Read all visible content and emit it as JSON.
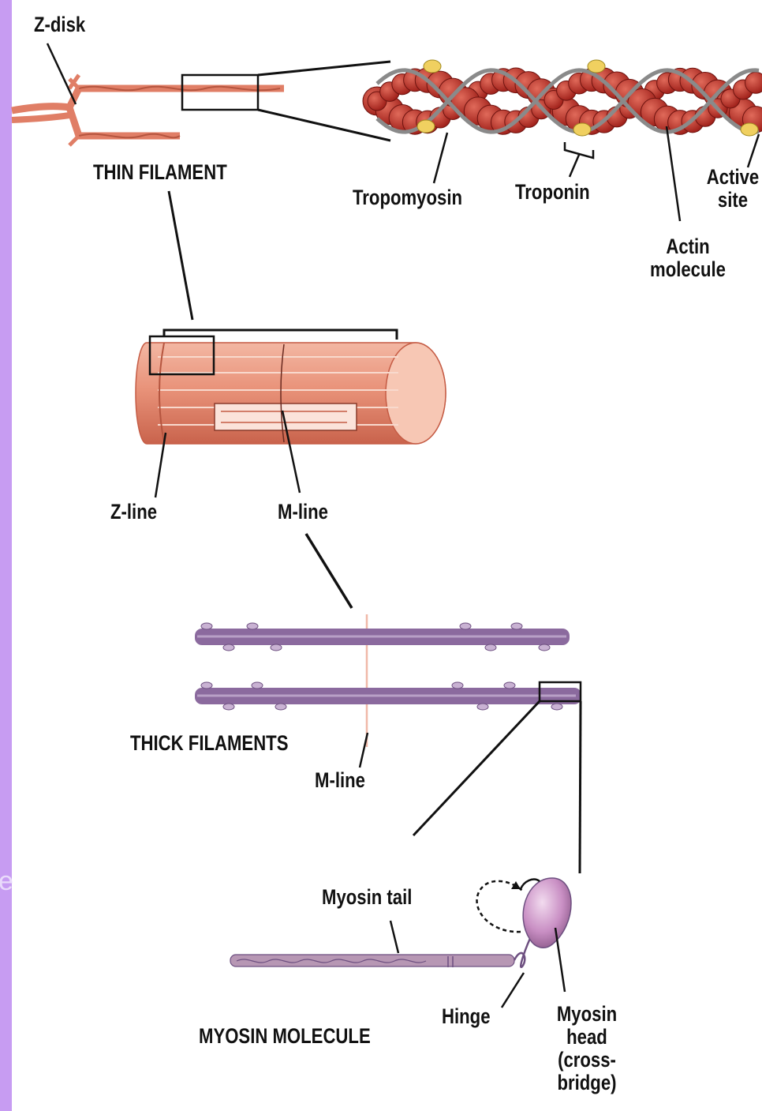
{
  "labels": {
    "z_disk": "Z-disk",
    "thin_filament": "THIN FILAMENT",
    "tropomyosin": "Tropomyosin",
    "troponin": "Troponin",
    "active_site": "Active site",
    "actin_molecule": "Actin molecule",
    "z_line": "Z-line",
    "m_line_top": "M-line",
    "thick_filaments": "THICK FILAMENTS",
    "m_line_bottom": "M-line",
    "myosin_tail": "Myosin tail",
    "hinge": "Hinge",
    "myosin_molecule": "MYOSIN MOLECULE",
    "myosin_head": "Myosin head (cross-bridge)"
  },
  "sidebar": {
    "letter": "e"
  },
  "colors": {
    "sidebar": "#c79cf2",
    "actin": "#c0302a",
    "thin_filament": "#e07e66",
    "myofibril": "#e58f76",
    "thick_filament": "#8b6a9e",
    "tropomyosin": "#8a8a8a",
    "troponin": "#f0d060"
  }
}
